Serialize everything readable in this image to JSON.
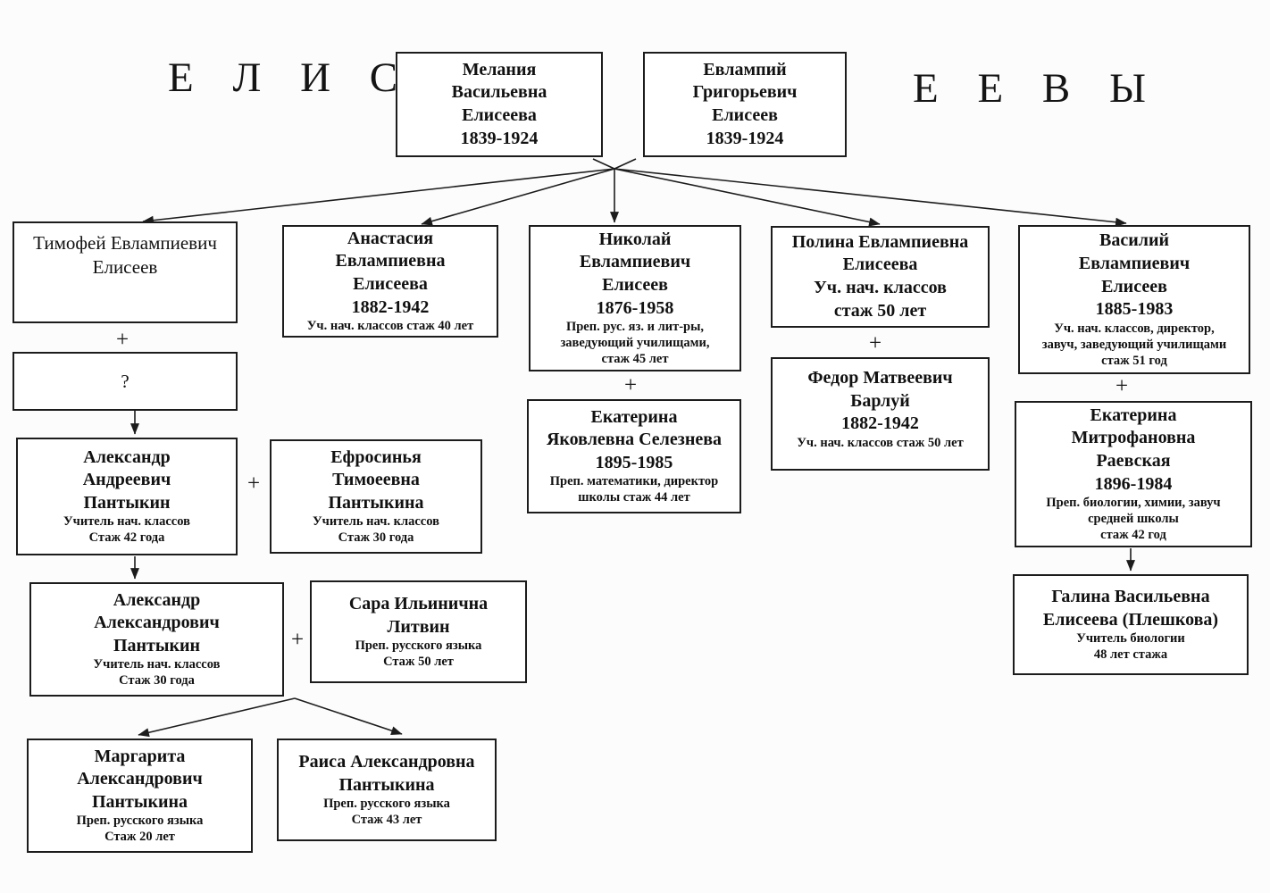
{
  "titles": {
    "left": "Е Л И С",
    "right": "Е Е В Ы"
  },
  "plus": "+",
  "nodes": {
    "melania": {
      "name": "Мелания\nВасильевна\nЕлисеева\n1839-1924",
      "details": ""
    },
    "evlampiy": {
      "name": "Евлампий\nГригорьевич\nЕлисеев\n1839-1924",
      "details": ""
    },
    "timofey": {
      "name": "Тимофей Евлампиевич\nЕлисеев",
      "details": ""
    },
    "unknown": {
      "name": "?",
      "details": ""
    },
    "anastasia": {
      "name": "Анастасия\nЕвлампиевна\nЕлисеева\n1882-1942",
      "details": "Уч. нач. классов стаж 40 лет"
    },
    "nikolay": {
      "name": "Николай\nЕвлампиевич\nЕлисеев\n1876-1958",
      "details": "Преп. рус. яз. и лит-ры,\nзаведующий училищами,\nстаж  45 лет"
    },
    "polina": {
      "name": "Полина Евлампиевна\nЕлисеева\nУч. нач. классов\nстаж 50 лет",
      "details": ""
    },
    "vasiliy": {
      "name": "Василий\nЕвлампиевич\nЕлисеев\n1885-1983",
      "details": "Уч. нач. классов, директор,\nзавуч, заведующий училищами\nстаж 51 год"
    },
    "selezneva": {
      "name": "Екатерина\nЯковлевна Селезнева\n1895-1985",
      "details": "Преп. математики, директор\nшколы  стаж 44 лет"
    },
    "fedor": {
      "name": "Федор Матвеевич\nБарлуй\n1882-1942",
      "details": "Уч. нач. классов стаж 50 лет"
    },
    "raevskaya": {
      "name": "Екатерина\nМитрофановна\nРаевская\n1896-1984",
      "details": "Преп. биологии, химии, завуч\nсредней школы\nстаж 42 год"
    },
    "pantykin_sr": {
      "name": "Александр\nАндреевич\nПантыкин",
      "details": "Учитель нач. классов\nСтаж 42 года"
    },
    "efrosinya": {
      "name": "Ефросинья\nТимоеевна\nПантыкина",
      "details": "Учитель нач. классов\nСтаж 30 года"
    },
    "pantykin_jr": {
      "name": "Александр\nАлександрович\nПантыкин",
      "details": "Учитель нач. классов\nСтаж 30 года"
    },
    "sara": {
      "name": "Сара Ильинична\nЛитвин",
      "details": "Преп. русского языка\nСтаж 50 лет"
    },
    "galina": {
      "name": "Галина Васильевна\nЕлисеева (Плешкова)",
      "details": "Учитель биологии\n48 лет стажа"
    },
    "margarita": {
      "name": "Маргарита\nАлександрович\nПантыкина",
      "details": "Преп. русского языка\nСтаж 20 лет"
    },
    "raisa": {
      "name": "Раиса Александровна\nПантыкина",
      "details": "Преп. русского языка\nСтаж 43 лет"
    }
  }
}
